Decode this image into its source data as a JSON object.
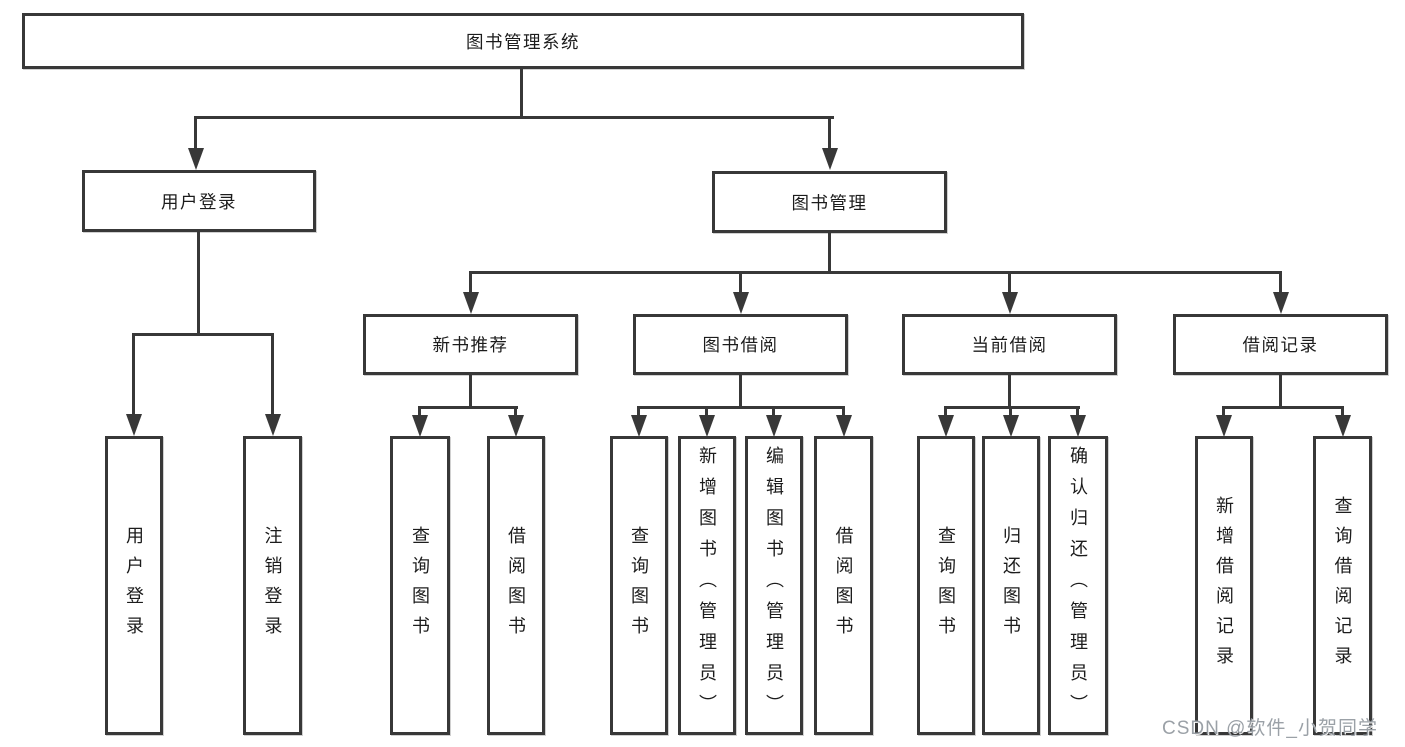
{
  "nodes": {
    "root": "图书管理系统",
    "user_login": "用户登录",
    "book_management": "图书管理",
    "new_book_recommend": "新书推荐",
    "book_borrow": "图书借阅",
    "current_borrow": "当前借阅",
    "borrow_records": "借阅记录",
    "leaf_user_login": "用户登录",
    "leaf_logout": "注销登录",
    "leaf_nbr_query_books": "查询图书",
    "leaf_nbr_borrow_books": "借阅图书",
    "leaf_bb_query_books": "查询图书",
    "leaf_bb_add_books_admin": "新增图书（管理员）",
    "leaf_bb_edit_books_admin": "编辑图书（管理员）",
    "leaf_bb_borrow_books": "借阅图书",
    "leaf_cb_query_books": "查询图书",
    "leaf_cb_return_books": "归还图书",
    "leaf_cb_confirm_return_admin": "确认归还（管理员）",
    "leaf_br_add_record": "新增借阅记录",
    "leaf_br_query_record": "查询借阅记录"
  },
  "watermark": "CSDN @软件_小贺同学",
  "colors": {
    "line": "#383838",
    "box_border": "#383838",
    "text": "#1c1c1c",
    "watermark": "#969ca2",
    "background": "#ffffff"
  }
}
